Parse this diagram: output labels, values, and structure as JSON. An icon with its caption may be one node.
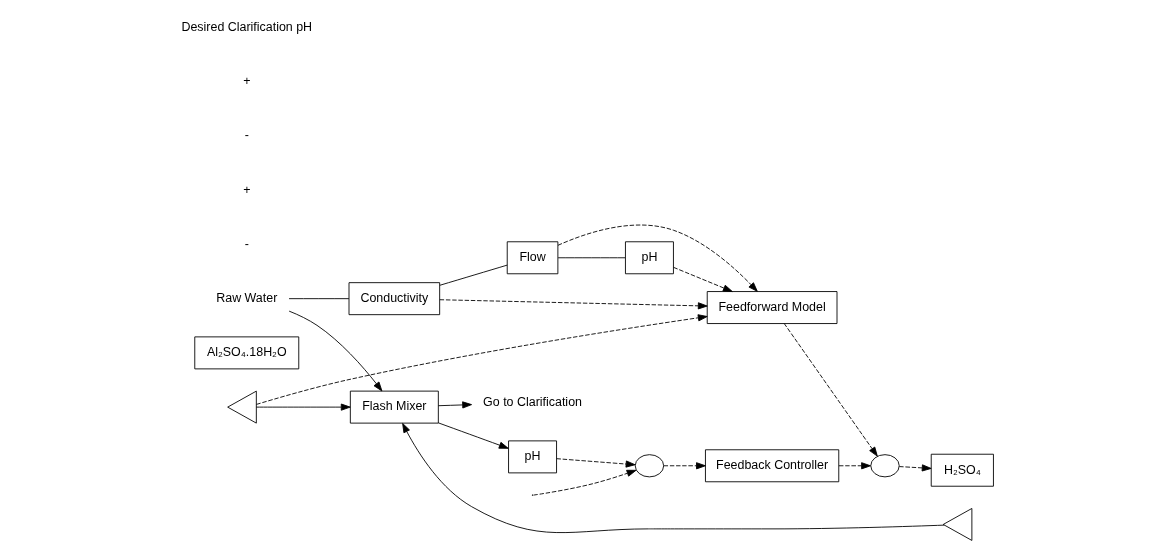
{
  "diagram": {
    "nodes": [
      {
        "text": [
          "Raw Water"
        ]
      },
      {
        "text": [
          "Flash Mixer"
        ]
      },
      {
        "text": [
          "Go to Clarification"
        ]
      },
      {
        "text": [
          "Conductivity"
        ]
      },
      {
        "text": [
          "Flow"
        ]
      },
      {
        "text": [
          "pH"
        ]
      },
      {
        "text": [
          "H₂SO₄"
        ]
      },
      {
        "text": [],
        "shape": "triangle"
      },
      {
        "text": [
          "Al₂SO₄.18H₂O"
        ]
      },
      {
        "text": [],
        "shape": "triangle"
      },
      {
        "text": [
          "pH"
        ]
      },
      {
        "text": [],
        "shape": "circle"
      },
      {
        "text": [
          "Feedback Controller"
        ]
      },
      {
        "text": [],
        "shape": "circle"
      },
      {
        "text": [
          "Feedforward Model"
        ]
      }
    ],
    "edges": [
      {
        "from": 0,
        "to": 1,
        "arrow": "to"
      },
      {
        "from": 0,
        "to": 3,
        "arrow": "none"
      },
      {
        "from": 3,
        "to": 4,
        "arrow": "none"
      },
      {
        "from": 4,
        "to": 5,
        "arrow": "none"
      },
      {
        "from": 1,
        "to": 2,
        "arrow": "to"
      },
      {
        "from": 1,
        "to": 10,
        "arrow": "to"
      },
      {
        "from": 7,
        "to": 1,
        "arrow": "to"
      },
      {
        "from": 9,
        "to": 1,
        "arrow": "to"
      },
      {
        "from": 10,
        "to": 11,
        "arrow": "to",
        "style": "dashed"
      },
      {
        "from": null,
        "to": 11,
        "arrow": "to",
        "style": "dashed"
      },
      {
        "from": 11,
        "to": 12,
        "arrow": "to",
        "style": "dashed"
      },
      {
        "from": 12,
        "to": 13,
        "arrow": "to",
        "style": "dashed"
      },
      {
        "from": 14,
        "to": 13,
        "arrow": "to",
        "style": "dashed"
      },
      {
        "from": 13,
        "to": 6,
        "arrow": "to",
        "style": "dashed"
      },
      {
        "from": 3,
        "to": 14,
        "arrow": "to",
        "style": "dashed"
      },
      {
        "from": 4,
        "to": 14,
        "arrow": "to",
        "style": "dashed"
      },
      {
        "from": 5,
        "to": 14,
        "arrow": "to",
        "style": "dashed"
      },
      {
        "from": 9,
        "to": 14,
        "arrow": "to",
        "style": "dashed"
      }
    ],
    "labels": [
      "-",
      "+",
      "-",
      "+",
      "Desired Clarification pH"
    ]
  }
}
